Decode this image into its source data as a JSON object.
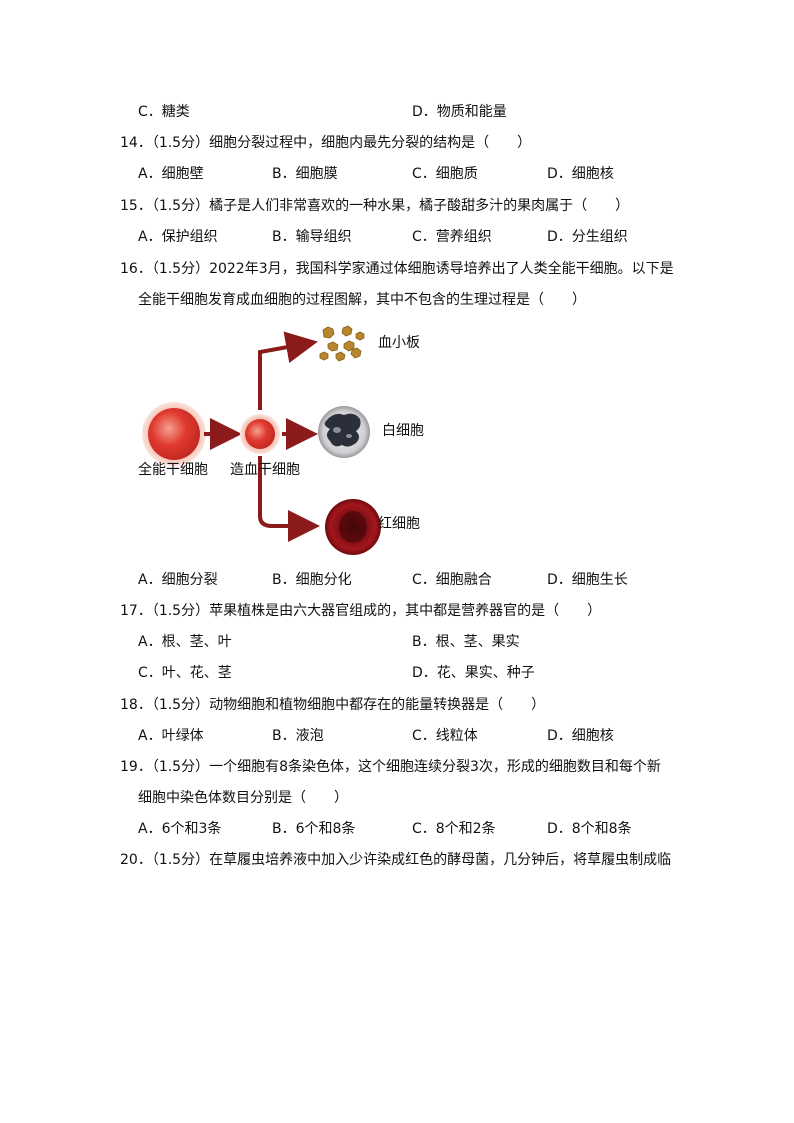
{
  "q13": {
    "option_c": "C．糖类",
    "option_d": "D．物质和能量"
  },
  "q14": {
    "stem": "14．（1.5分）细胞分裂过程中，细胞内最先分裂的结构是（　　）",
    "options": [
      "A．细胞壁",
      "B．细胞膜",
      "C．细胞质",
      "D．细胞核"
    ]
  },
  "q15": {
    "stem": "15．（1.5分）橘子是人们非常喜欢的一种水果，橘子酸甜多汁的果肉属于（　　）",
    "options": [
      "A．保护组织",
      "B．输导组织",
      "C．营养组织",
      "D．分生组织"
    ]
  },
  "q16": {
    "stem_line1": "16．（1.5分）2022年3月，我国科学家通过体细胞诱导培养出了人类全能干细胞。以下是",
    "stem_line2": "全能干细胞发育成血细胞的过程图解，其中不包含的生理过程是（　　）",
    "diagram": {
      "totipotent_label": "全能干细胞",
      "hematopoietic_label": "造血干细胞",
      "platelet_label": "血小板",
      "wbc_label": "白细胞",
      "rbc_label": "红细胞",
      "colors": {
        "arrow": "#8b1a1a",
        "cell_red": "#d8382f",
        "rbc_dark": "#7a0f14",
        "platelet": "#b8862e"
      }
    },
    "options": [
      "A．细胞分裂",
      "B．细胞分化",
      "C．细胞融合",
      "D．细胞生长"
    ]
  },
  "q17": {
    "stem": "17．（1.5分）苹果植株是由六大器官组成的，其中都是营养器官的是（　　）",
    "options": [
      "A．根、茎、叶",
      "B．根、茎、果实",
      "C．叶、花、茎",
      "D．花、果实、种子"
    ]
  },
  "q18": {
    "stem": "18．（1.5分）动物细胞和植物细胞中都存在的能量转换器是（　　）",
    "options": [
      "A．叶绿体",
      "B．液泡",
      "C．线粒体",
      "D．细胞核"
    ]
  },
  "q19": {
    "stem_line1": "19．（1.5分）一个细胞有8条染色体，这个细胞连续分裂3次，形成的细胞数目和每个新",
    "stem_line2": "细胞中染色体数目分别是（　　）",
    "options": [
      "A．6个和3条",
      "B．6个和8条",
      "C．8个和2条",
      "D．8个和8条"
    ]
  },
  "q20": {
    "stem_line1": "20．（1.5分）在草履虫培养液中加入少许染成红色的酵母菌，几分钟后，将草履虫制成临"
  }
}
